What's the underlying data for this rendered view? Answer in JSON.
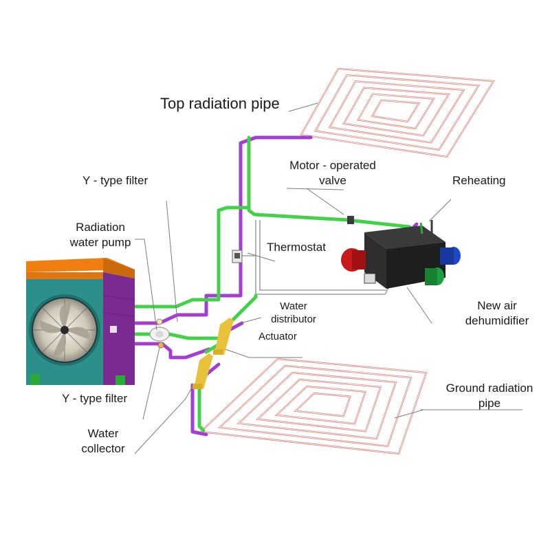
{
  "labels": {
    "top_radiation_pipe": "Top radiation pipe",
    "motor_valve": [
      "Motor - operated",
      "valve"
    ],
    "reheating": "Reheating",
    "y_filter_top": "Y - type filter",
    "radiation_pump": [
      "Radiation",
      "water pump"
    ],
    "thermostat": "Thermostat",
    "water_distributor": [
      "Water",
      "distributor"
    ],
    "actuator": "Actuator",
    "new_air_dehumidifier": [
      "New air",
      "dehumidifier"
    ],
    "ground_radiation_pipe": [
      "Ground radiation",
      "pipe"
    ],
    "y_filter_bottom": "Y - type filter",
    "water_collector": [
      "Water",
      "collector"
    ]
  },
  "colors": {
    "supply_pipe": "#43d14a",
    "return_pipe": "#a43ed0",
    "radiant_coil": "#d98a80",
    "heat_pump_front": "#2c8f8a",
    "heat_pump_side": "#7b2a92",
    "heat_pump_top": "#f07d10",
    "manifold": "#e8c23a",
    "dehumidifier": "#2e2e2e",
    "port_red": "#c81a1a",
    "port_blue": "#1f48c8",
    "port_green": "#1ea040"
  }
}
